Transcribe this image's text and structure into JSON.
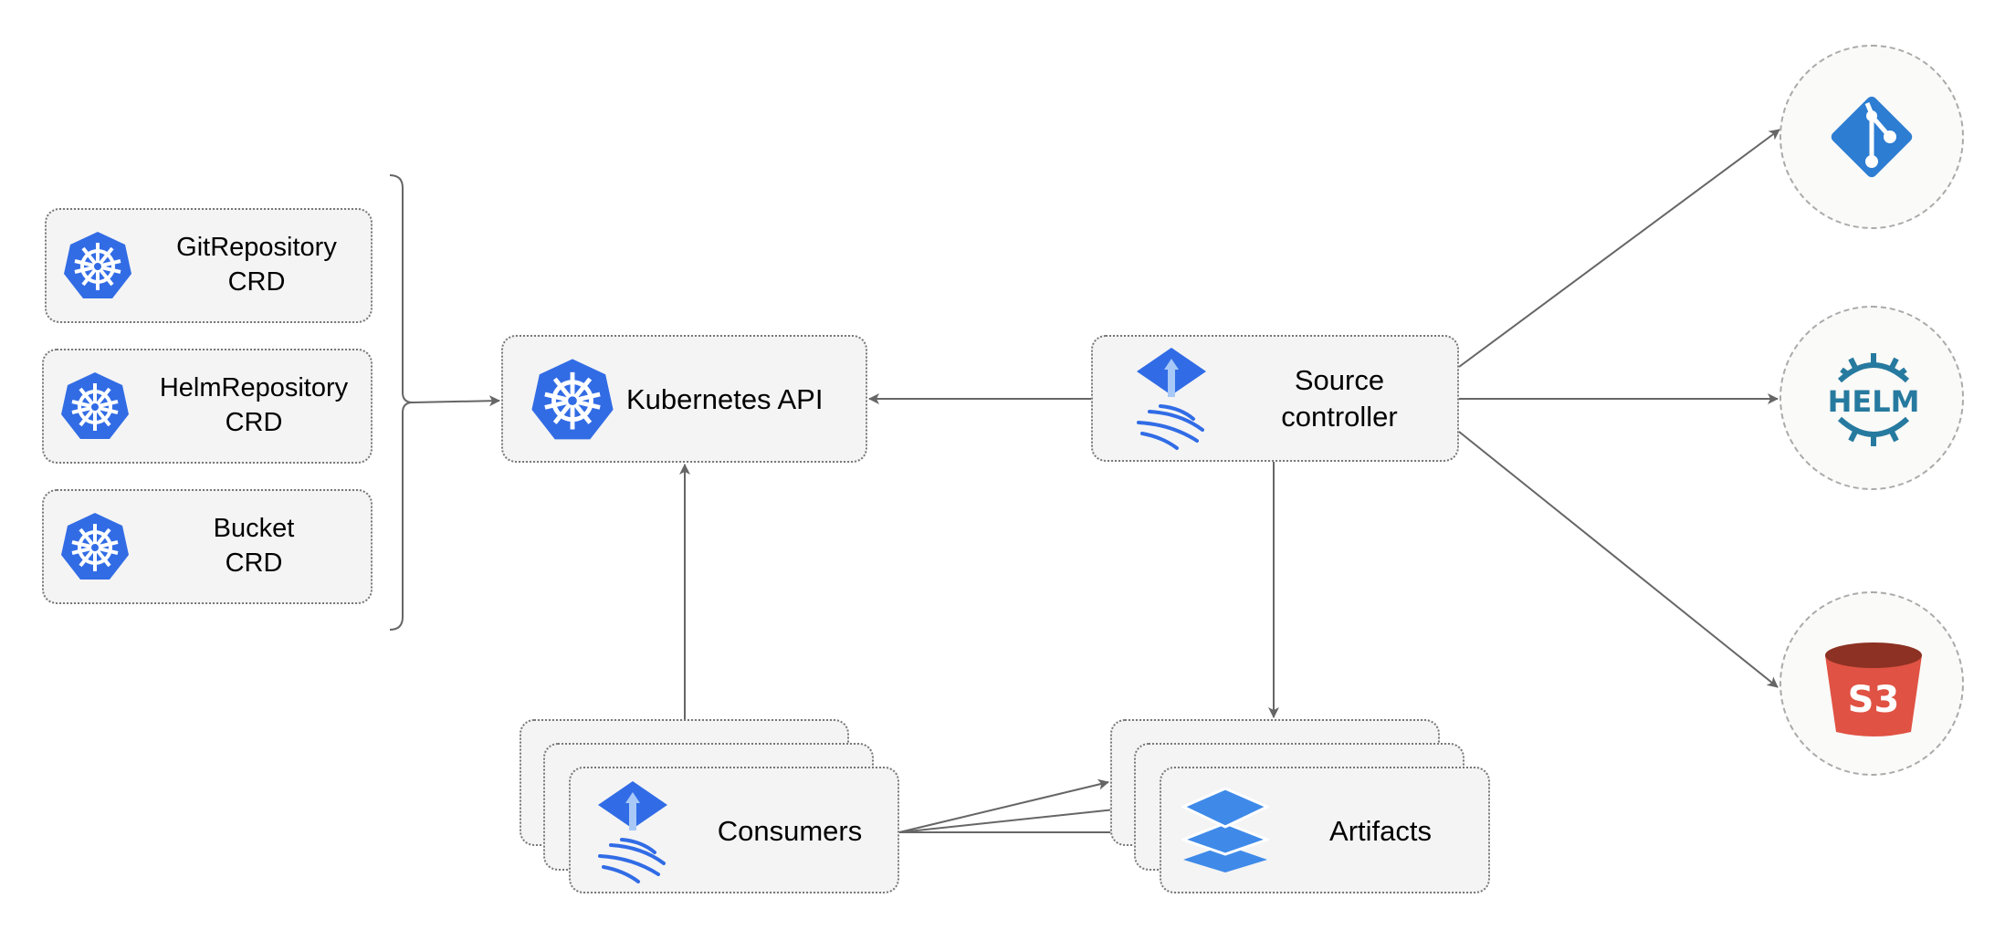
{
  "crds": [
    {
      "line1": "GitRepository",
      "line2": "CRD"
    },
    {
      "line1": "HelmRepository",
      "line2": "CRD"
    },
    {
      "line1": "Bucket",
      "line2": "CRD"
    }
  ],
  "kubernetes_api": {
    "label": "Kubernetes API"
  },
  "source_controller": {
    "line1": "Source",
    "line2": "controller"
  },
  "consumers": {
    "label": "Consumers"
  },
  "artifacts": {
    "label": "Artifacts"
  },
  "sources": {
    "helm_text": "HELM",
    "s3_text": "S3"
  },
  "colors": {
    "k8s_blue": "#326ce5",
    "git_blue": "#2d7dd2",
    "helm_teal": "#277a9f",
    "s3_red": "#e05243",
    "flux_blue": "#316ce6",
    "arrow": "#666666"
  }
}
